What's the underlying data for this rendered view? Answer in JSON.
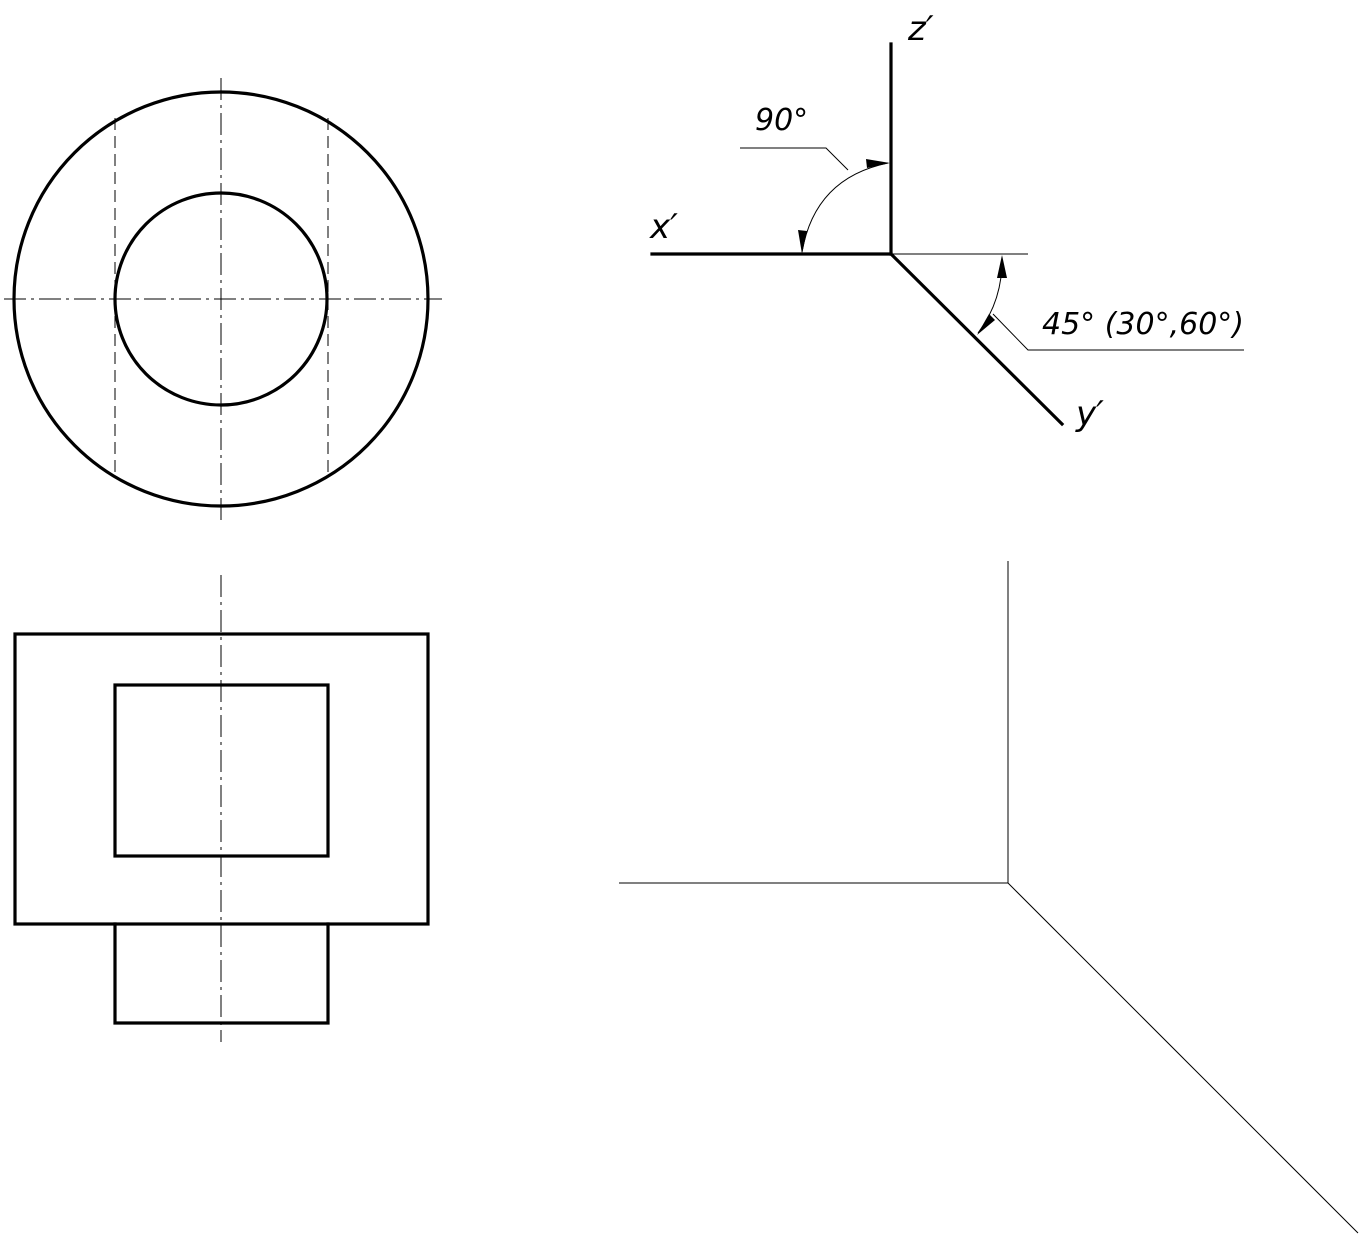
{
  "labels": {
    "axis_z": "z′",
    "axis_x": "x′",
    "axis_y": "y′",
    "angle_right": "90°",
    "angle_oblique": "45° (30°,60°)"
  }
}
